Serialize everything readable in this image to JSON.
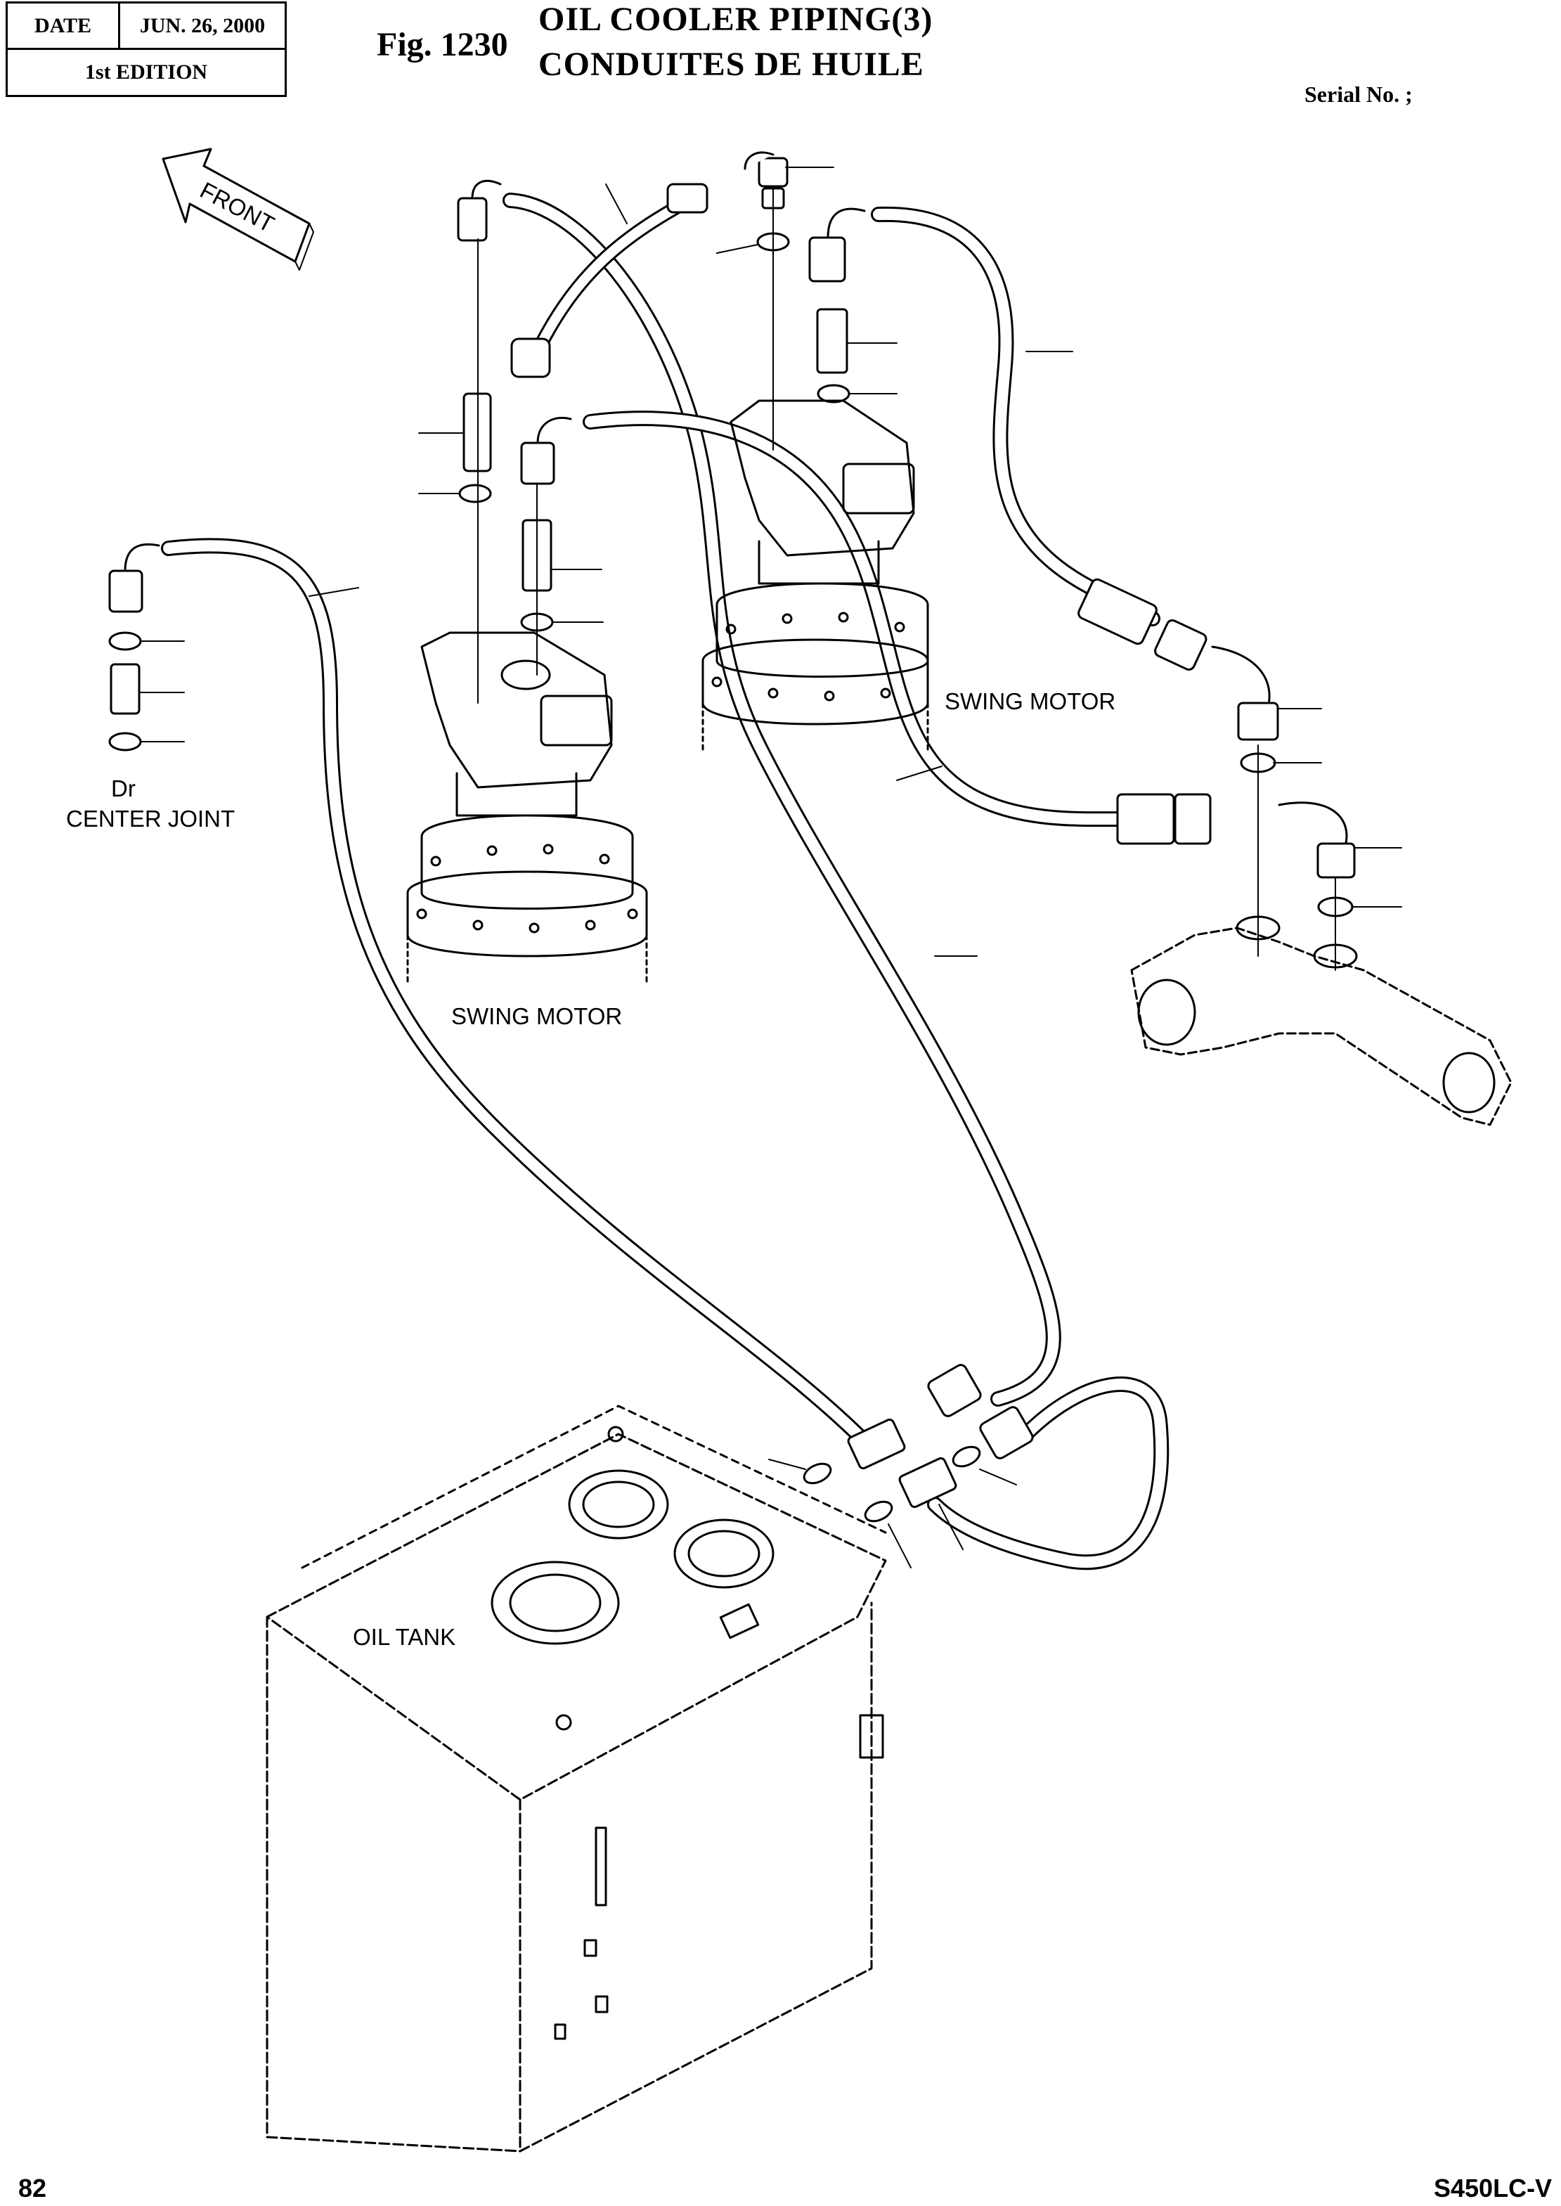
{
  "header": {
    "date_label": "DATE",
    "date_value": "JUN. 26, 2000",
    "edition": "1st EDITION"
  },
  "title": {
    "fig": "Fig. 1230",
    "line1": "OIL COOLER PIPING(3)",
    "line2": "CONDUITES DE HUILE"
  },
  "serial": "Serial No. ;",
  "labels": {
    "front": "FRONT",
    "dr": "Dr",
    "center_joint": "CENTER JOINT",
    "swing_motor_left": "SWING MOTOR",
    "swing_motor_right": "SWING MOTOR",
    "oil_tank": "OIL TANK"
  },
  "footer": {
    "page": "82",
    "model": "S450LC-V"
  }
}
